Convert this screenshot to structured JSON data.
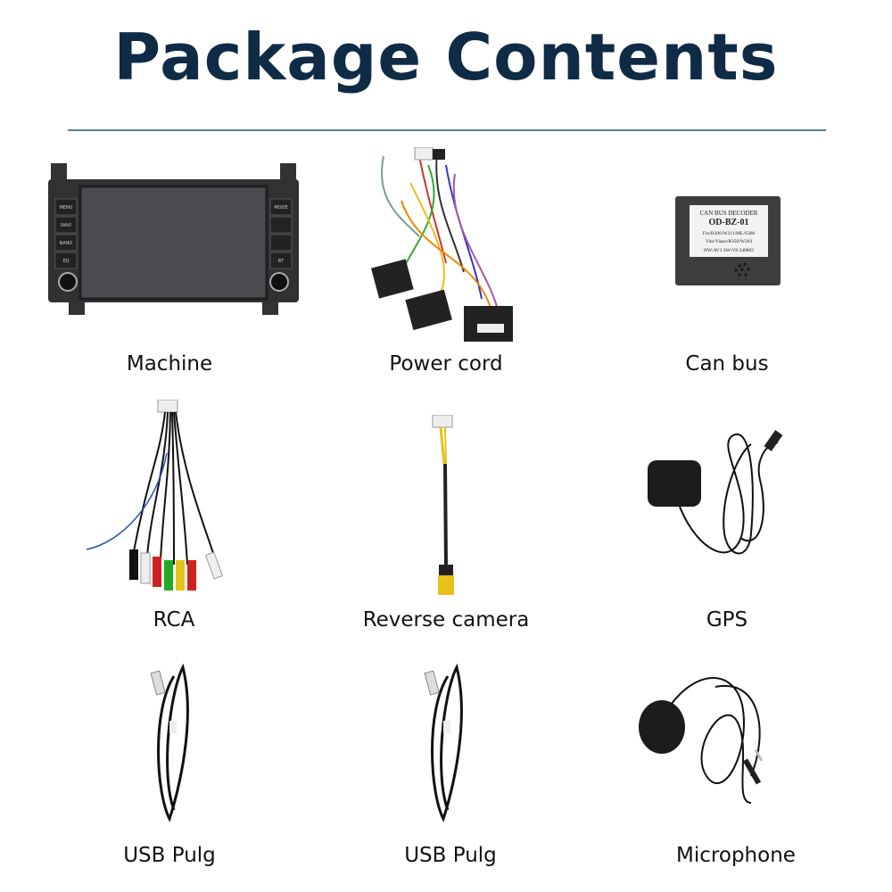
{
  "title": "Package Contents",
  "items": [
    {
      "label": "Machine"
    },
    {
      "label": "Power cord"
    },
    {
      "label": "Can bus"
    },
    {
      "label": "RCA"
    },
    {
      "label": "Reverse camera"
    },
    {
      "label": "GPS"
    },
    {
      "label": "USB Pulg"
    },
    {
      "label": "USB Pulg"
    },
    {
      "label": "Microphone"
    }
  ],
  "machine_buttons": {
    "left": [
      "MENU",
      "NAVI",
      "BAND",
      "EQ"
    ],
    "right": [
      "MODE",
      "BT"
    ]
  },
  "decoder": {
    "line1": "CAN BUS DECODER",
    "line2": "OD-BZ-01",
    "line3": "For:B200/W211/ML/S300",
    "line4": "Vito/Viano/R350/W203",
    "line5": "HW:AV1   SW:V8   240802"
  },
  "colors": {
    "title": "#0f2b45",
    "rule": "#5b7d96"
  }
}
